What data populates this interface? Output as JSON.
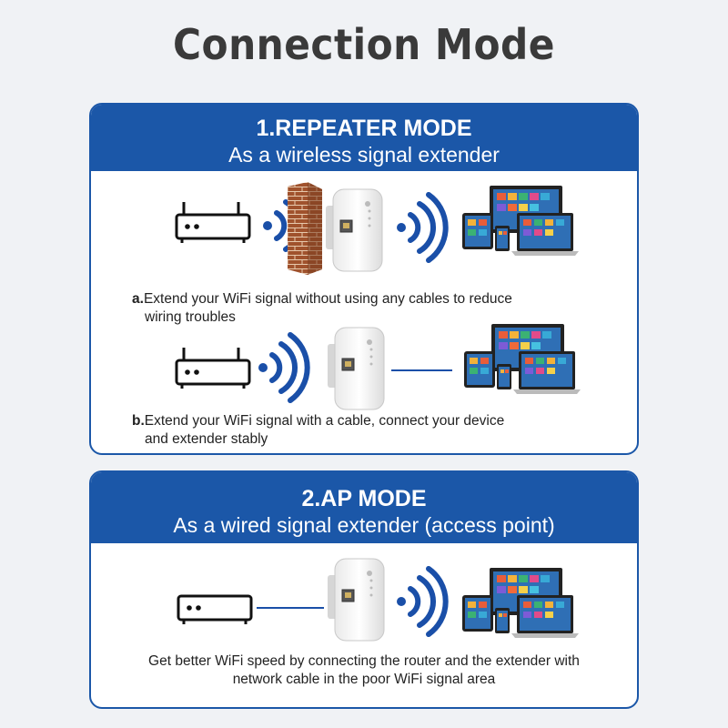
{
  "title": "Connection Mode",
  "repeater": {
    "title": "1.REPEATER MODE",
    "subtitle": "As a wireless signal extender",
    "option_a": {
      "label": "a.",
      "line1": "Extend your WiFi signal without using any cables to reduce",
      "line2": "wiring troubles"
    },
    "option_b": {
      "label": "b.",
      "line1": "Extend your WiFi signal with a cable, connect your device",
      "line2": "and extender stably"
    }
  },
  "ap": {
    "title": "2.AP MODE",
    "subtitle": "As a wired signal extender (access point)",
    "line1": "Get better WiFi speed by connecting the router and the extender with",
    "line2": "network cable in the poor WiFi signal area"
  },
  "colors": {
    "accent": "#1b57a8",
    "wifi_wave": "#1a4fa8",
    "brick": "#a0522d"
  },
  "icons": [
    "router-icon",
    "wifi-signal-icon",
    "brick-wall-icon",
    "extender-icon",
    "devices-icon",
    "ethernet-cable-icon"
  ]
}
